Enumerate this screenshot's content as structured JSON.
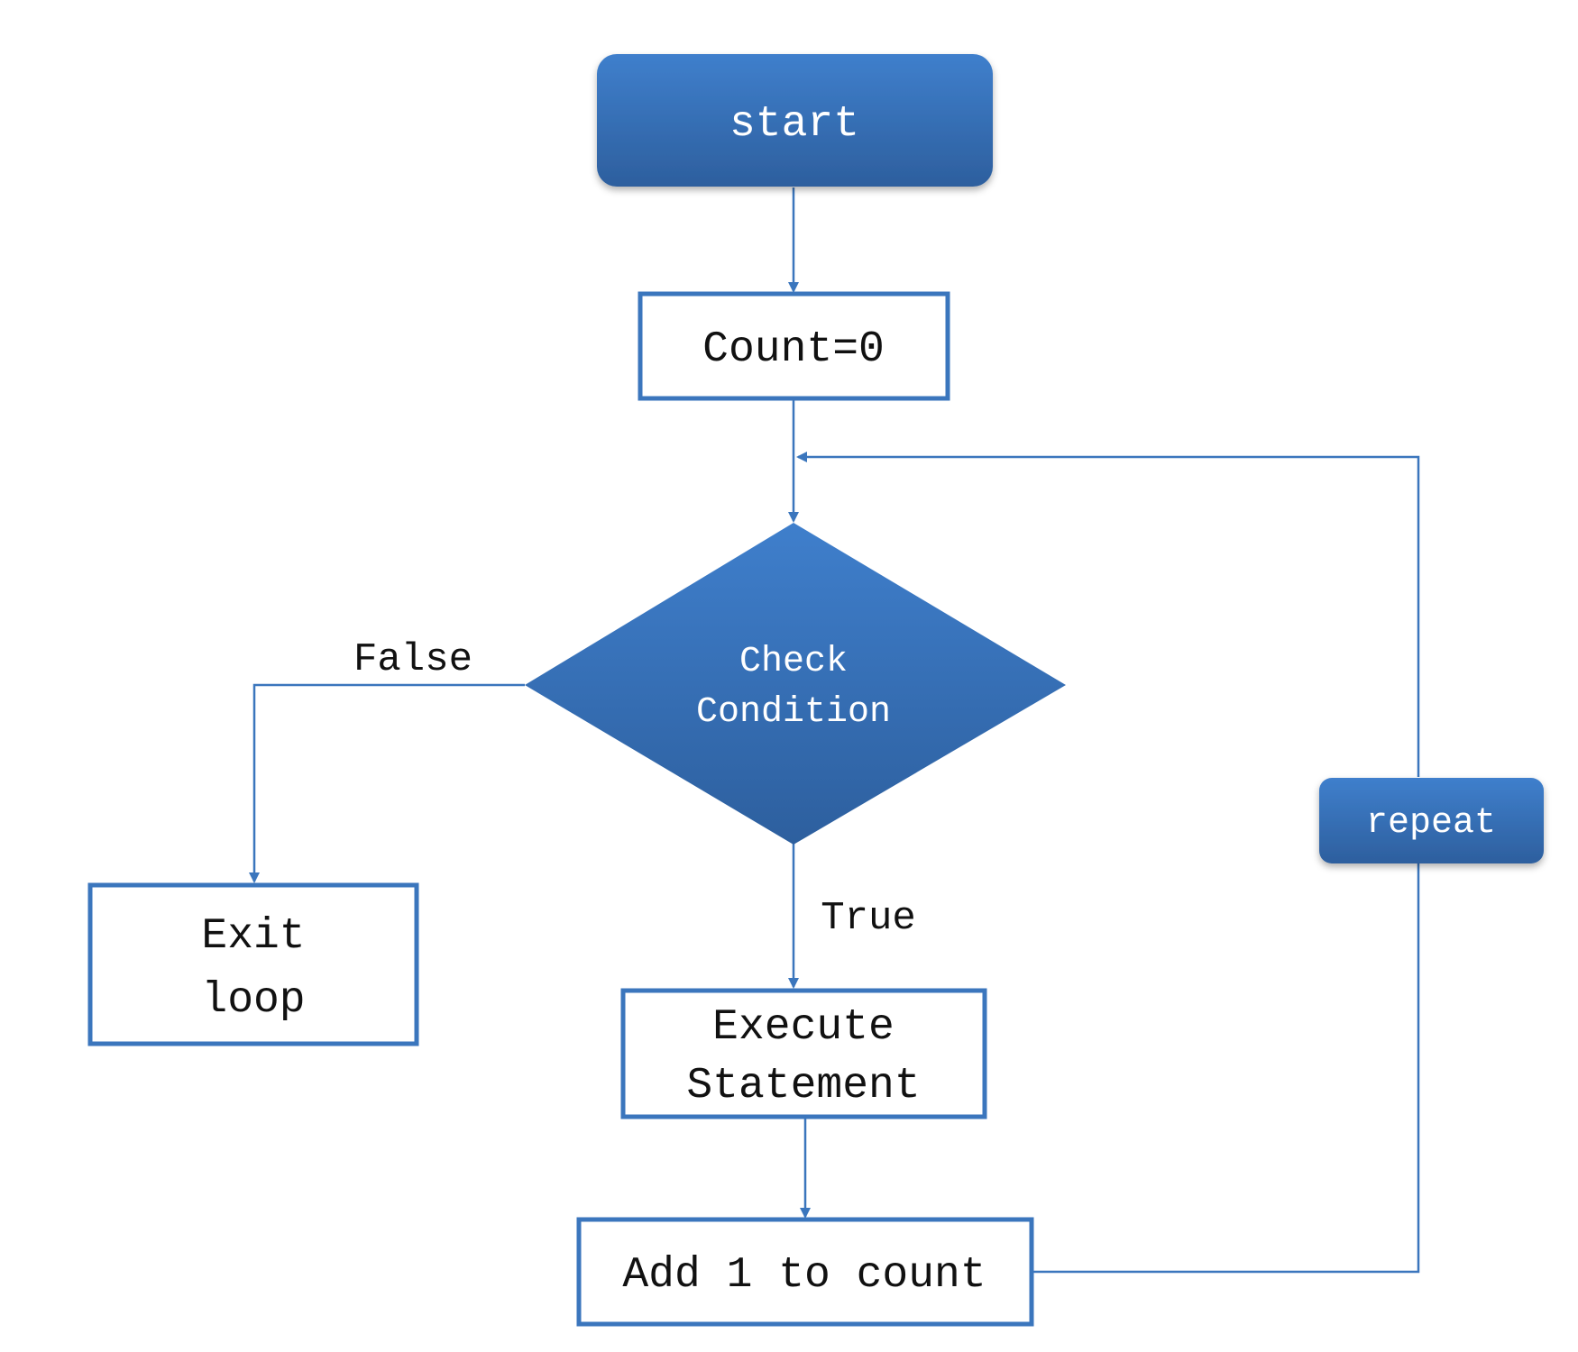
{
  "nodes": {
    "start": "start",
    "init": "Count=0",
    "condition": [
      "Check",
      "Condition"
    ],
    "exit": [
      "Exit",
      "loop"
    ],
    "execute": [
      "Execute",
      "Statement"
    ],
    "increment": "Add 1 to count",
    "repeat": "repeat"
  },
  "edge_labels": {
    "false": "False",
    "true": "True"
  },
  "colors": {
    "accent": "#3b76bd",
    "fill_top": "#3f7fcc",
    "fill_bottom": "#2d5f9e",
    "text_dark": "#111111",
    "text_light": "#ffffff"
  }
}
